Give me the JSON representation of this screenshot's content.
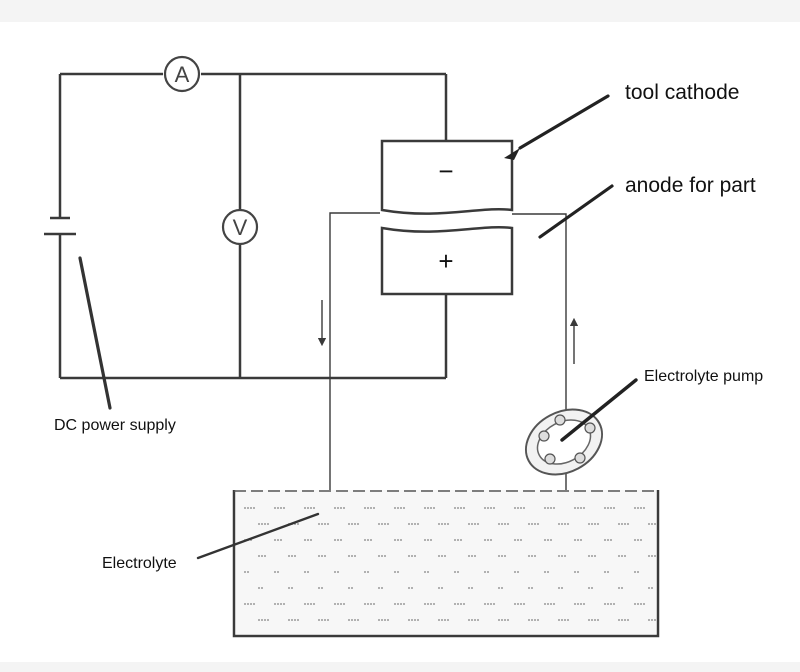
{
  "labels": {
    "tool_cathode": "tool cathode",
    "anode_for_part": "anode for part",
    "electrolyte_pump": "Electrolyte pump",
    "dc_power_supply": "DC power supply",
    "electrolyte": "Electrolyte"
  },
  "symbols": {
    "ammeter": "A",
    "voltmeter": "V",
    "cathode_sign": "−",
    "anode_sign": "+"
  },
  "colors": {
    "line": "#3a3a3a",
    "text": "#111111",
    "background": "#ffffff"
  }
}
